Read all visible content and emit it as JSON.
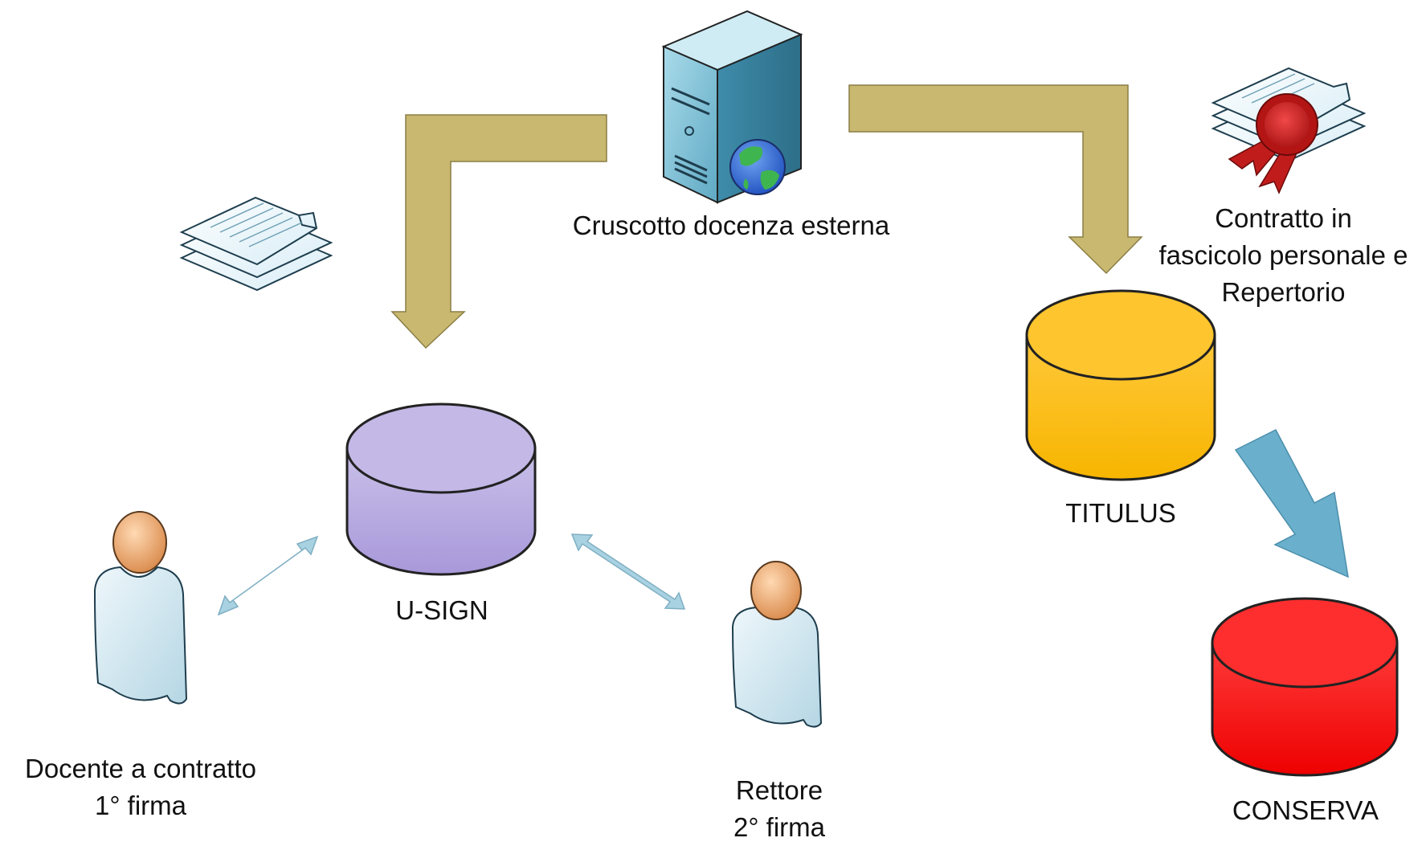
{
  "nodes": {
    "server": {
      "label": "Cruscotto docenza esterna",
      "icon": "web-server-icon"
    },
    "usign": {
      "label": "U-SIGN",
      "icon": "database-icon",
      "color": "#B4A8DE"
    },
    "titulus": {
      "label": "TITULUS",
      "icon": "database-icon",
      "color": "#FFC000"
    },
    "conserva": {
      "label": "CONSERVA",
      "icon": "database-icon",
      "color": "#FF1A1A"
    },
    "docente": {
      "line1": "Docente a contratto",
      "line2": "1° firma",
      "icon": "user-icon"
    },
    "rettore": {
      "line1": "Rettore",
      "line2": "2° firma",
      "icon": "user-icon"
    },
    "contratto": {
      "line1": "Contratto in",
      "line2": "fascicolo personale e",
      "line3": "Repertorio",
      "icon": "certified-document-icon"
    },
    "documents": {
      "icon": "documents-icon"
    }
  },
  "colors": {
    "flow_arrow": "#C8B870",
    "archive_arrow": "#6AAFCB",
    "sign_arrow": "#A8D2E2"
  }
}
